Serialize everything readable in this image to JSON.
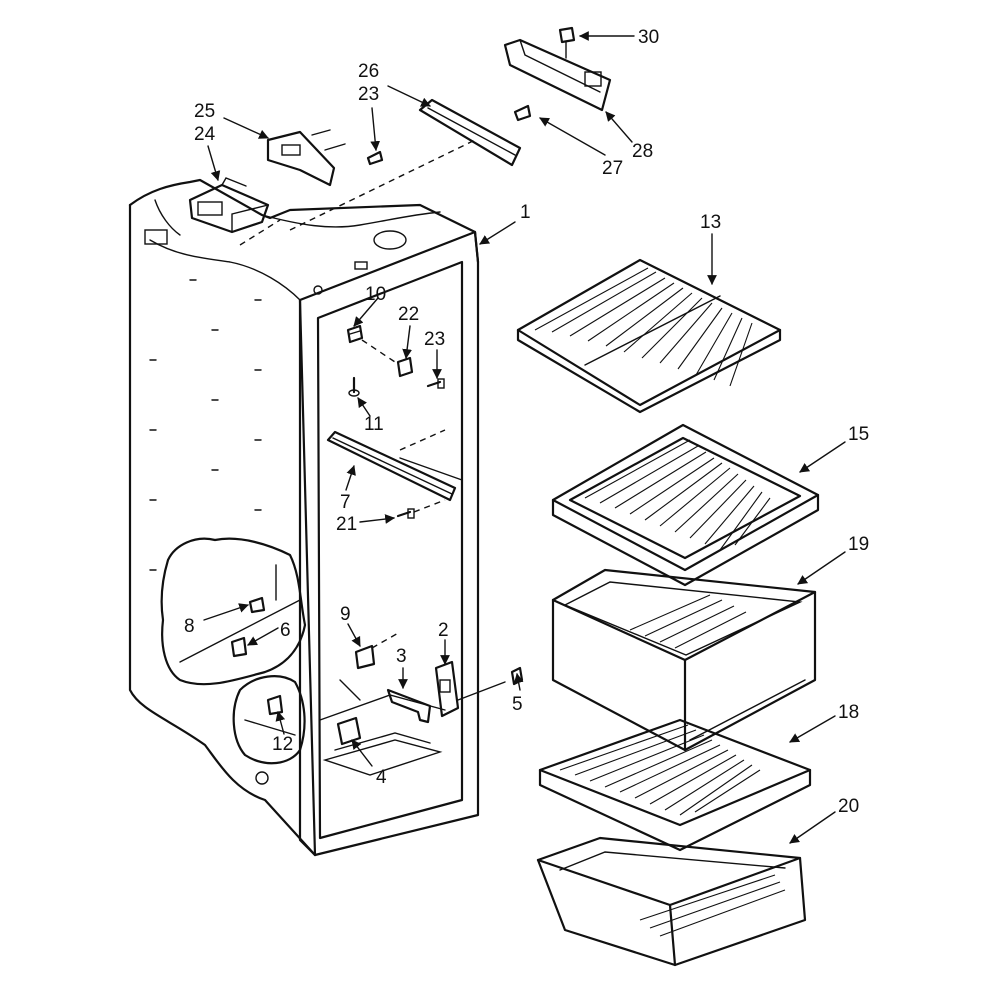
{
  "diagram": {
    "labels": {
      "p1": "1",
      "p2": "2",
      "p3": "3",
      "p4": "4",
      "p5": "5",
      "p6": "6",
      "p7": "7",
      "p8": "8",
      "p9": "9",
      "p10": "10",
      "p11": "11",
      "p12": "12",
      "p13": "13",
      "p15": "15",
      "p18": "18",
      "p19": "19",
      "p20": "20",
      "p21": "21",
      "p22": "22",
      "p23a": "23",
      "p23b": "23",
      "p24": "24",
      "p25": "25",
      "p26": "26",
      "p27": "27",
      "p28": "28",
      "p30": "30"
    }
  }
}
